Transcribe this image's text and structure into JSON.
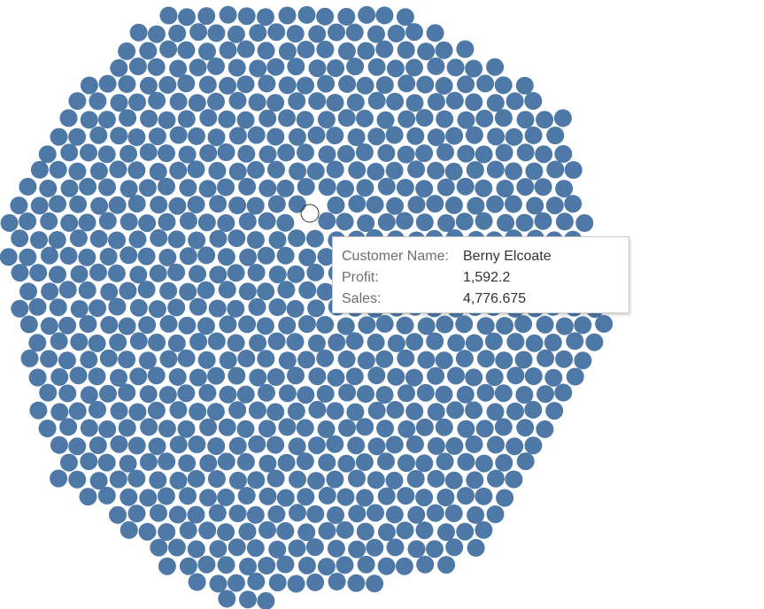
{
  "colors": {
    "mark": "#4e79a7",
    "highlight_stroke": "#333333",
    "tooltip_label": "#6e6e6e",
    "tooltip_value": "#333333"
  },
  "chart_data": {
    "type": "scatter",
    "chart_kind": "packed-bubbles",
    "encoding": "one circle per Customer Name, all same size",
    "grid": false,
    "legend": "none",
    "mark_count_estimate": 790,
    "selected_mark": {
      "customer_name": "Berny Elcoate",
      "profit": 1592.2,
      "sales": 4776.675
    }
  },
  "tooltip": {
    "rows": [
      {
        "label": "Customer Name:",
        "value": "Berny Elcoate"
      },
      {
        "label": "Profit:",
        "value": "1,592.2"
      },
      {
        "label": "Sales:",
        "value": "4,776.675"
      }
    ]
  }
}
